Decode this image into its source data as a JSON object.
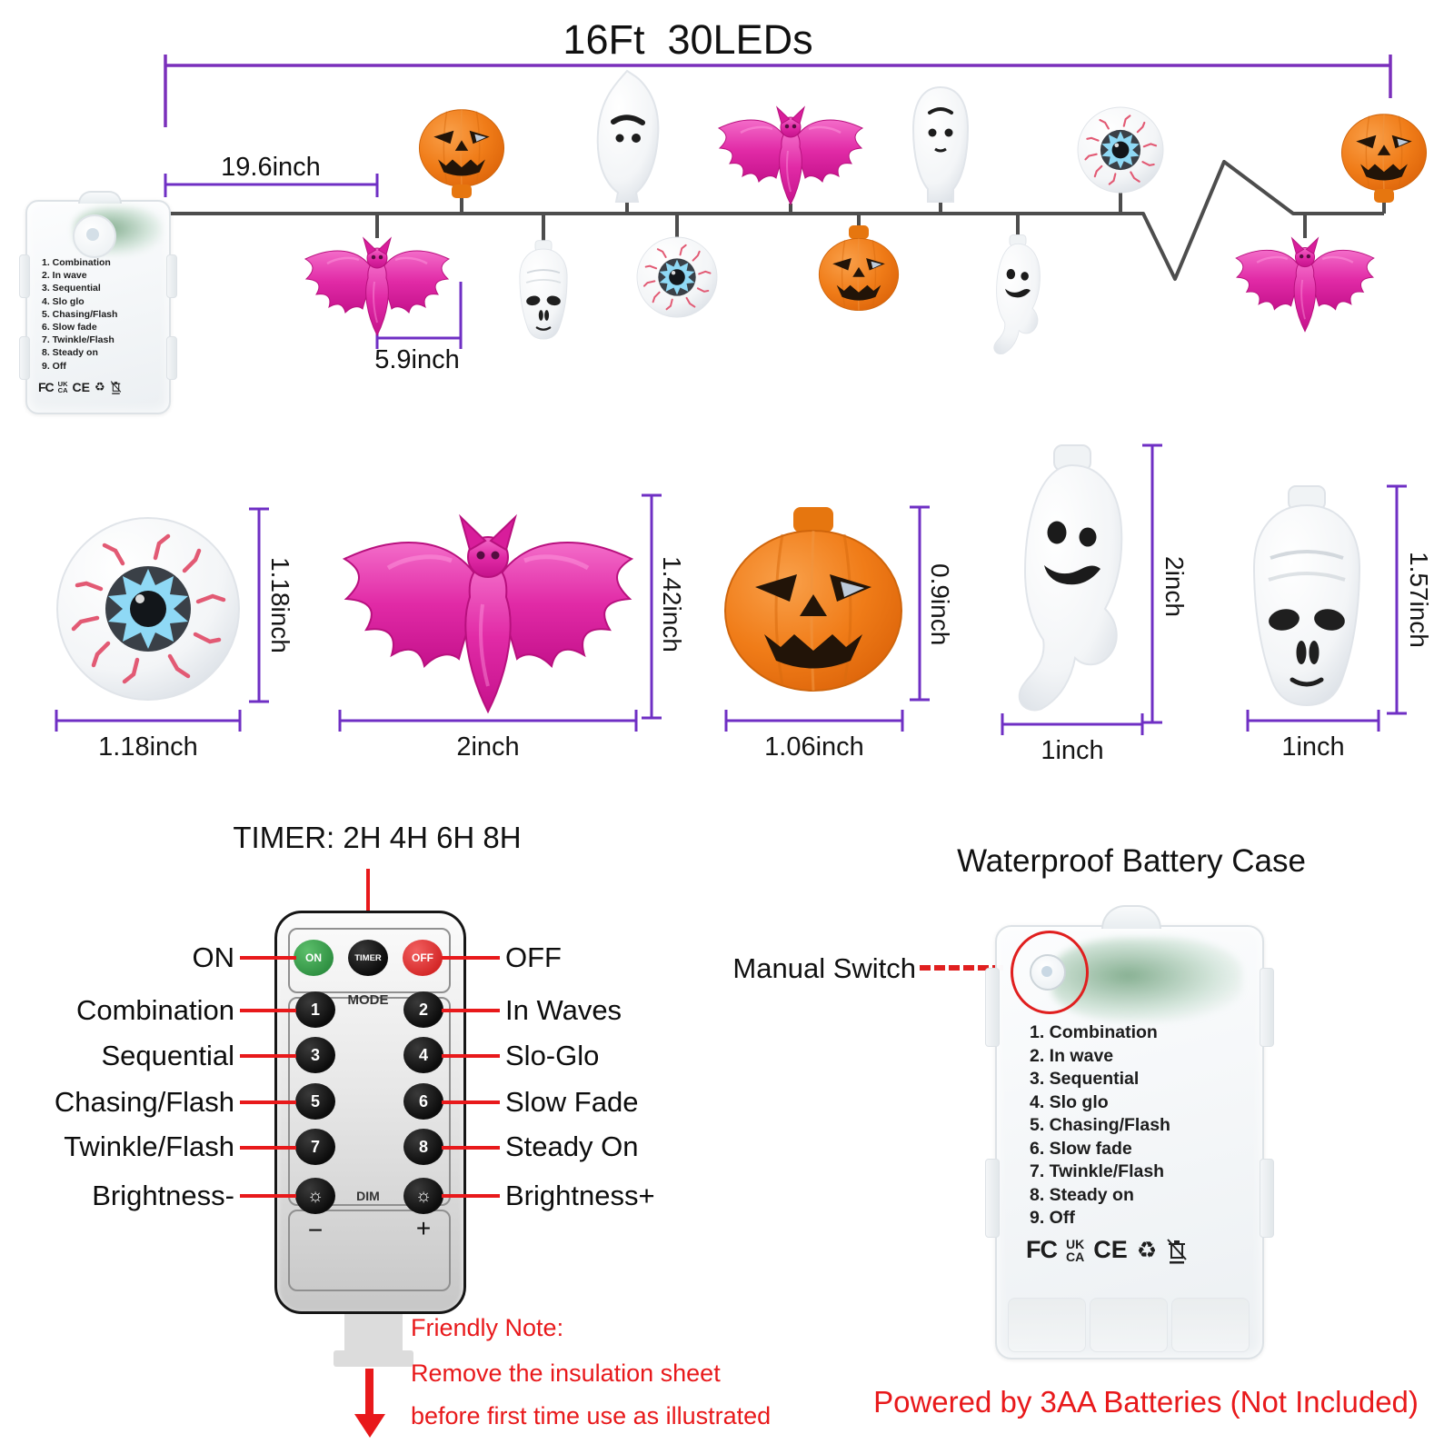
{
  "header": {
    "title": "16Ft  30LEDs",
    "length_label": "19.6inch",
    "spacing_label": "5.9inch"
  },
  "mode_list": [
    "1. Combination",
    "2. In wave",
    "3. Sequential",
    "4. Slo glo",
    "5. Chasing/Flash",
    "6. Slow fade",
    "7. Twinkle/Flash",
    "8. Steady on",
    "9. Off"
  ],
  "cert": {
    "fcc": "FC",
    "ukca_top": "UK",
    "ukca_bottom": "CA",
    "ce": "CE",
    "recycle": "♻"
  },
  "sizes": {
    "eyeball": {
      "w": "1.18inch",
      "h": "1.18inch"
    },
    "bat": {
      "w": "2inch",
      "h": "1.42inch"
    },
    "pumpkin": {
      "w": "1.06inch",
      "h": "0.9inch"
    },
    "ghost": {
      "w": "1inch",
      "h": "2inch"
    },
    "skull": {
      "w": "1inch",
      "h": "1.57inch"
    }
  },
  "remote": {
    "timer_title": "TIMER: 2H 4H 6H 8H",
    "on": "ON",
    "timer": "TIMER",
    "off": "OFF",
    "mode": "MODE",
    "dim": "DIM",
    "minus": "−",
    "plus": "+",
    "digits": [
      "1",
      "2",
      "3",
      "4",
      "5",
      "6",
      "7",
      "8"
    ],
    "left_labels": [
      "ON",
      "Combination",
      "Sequential",
      "Chasing/Flash",
      "Twinkle/Flash",
      "Brightness-"
    ],
    "right_labels": [
      "OFF",
      "In Waves",
      "Slo-Glo",
      "Slow Fade",
      "Steady On",
      "Brightness+"
    ],
    "note_title": "Friendly Note:",
    "note_line1": "Remove the insulation sheet",
    "note_line2": "before first time use as illustrated"
  },
  "battery": {
    "title": "Waterproof Battery Case",
    "manual_switch": "Manual Switch",
    "powered_by": "Powered by 3AA Batteries (Not Included)"
  },
  "colors": {
    "dimension_purple": "#6f2fc4",
    "wire_gray": "#4d4d4d",
    "annotation_red": "#e8191b",
    "pumpkin_orange": "#f07c18",
    "bat_magenta": "#e12aa6"
  }
}
